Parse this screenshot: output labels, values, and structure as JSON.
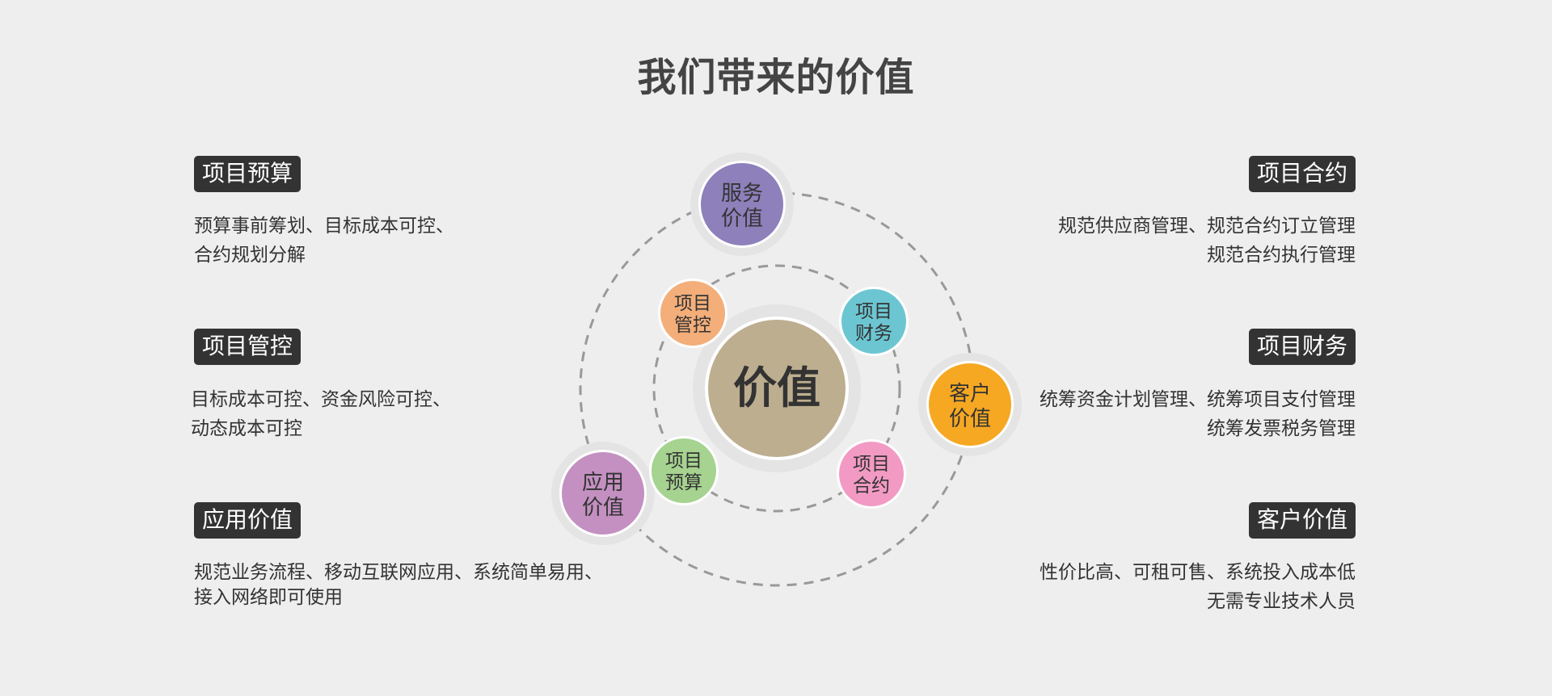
{
  "title": "我们带来的价值",
  "center": {
    "label": "价值",
    "color": "#bdae8f"
  },
  "outer_nodes": [
    {
      "line1": "服务",
      "line2": "价值",
      "color": "#8e80bb"
    },
    {
      "line1": "客户",
      "line2": "价值",
      "color": "#f6a823"
    },
    {
      "line1": "应用",
      "line2": "价值",
      "color": "#c390c1"
    }
  ],
  "inner_nodes": [
    {
      "line1": "项目",
      "line2": "管控",
      "color": "#f3ae7a"
    },
    {
      "line1": "项目",
      "line2": "财务",
      "color": "#6cc6d2"
    },
    {
      "line1": "项目",
      "line2": "预算",
      "color": "#a6d390"
    },
    {
      "line1": "项目",
      "line2": "合约",
      "color": "#f29ac4"
    }
  ],
  "left_sections": [
    {
      "heading": "项目预算",
      "lines": [
        "预算事前筹划、目标成本可控、",
        "合约规划分解"
      ]
    },
    {
      "heading": "项目管控",
      "lines": [
        "目标成本可控、资金风险可控、",
        "动态成本可控"
      ]
    },
    {
      "heading": "应用价值",
      "lines": [
        "规范业务流程、移动互联网应用、系统简单易用、",
        "接入网络即可使用"
      ]
    }
  ],
  "right_sections": [
    {
      "heading": "项目合约",
      "lines": [
        "规范供应商管理、规范合约订立管理",
        "规范合约执行管理"
      ]
    },
    {
      "heading": "项目财务",
      "lines": [
        "统筹资金计划管理、统筹项目支付管理",
        "统筹发票税务管理"
      ]
    },
    {
      "heading": "客户价值",
      "lines": [
        "性价比高、可租可售、系统投入成本低",
        "无需专业技术人员"
      ]
    }
  ]
}
